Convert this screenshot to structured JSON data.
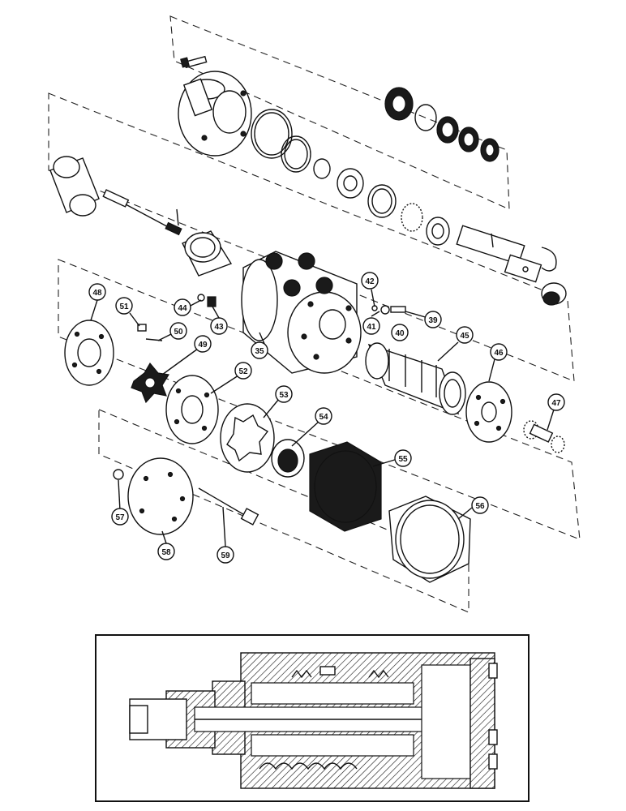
{
  "callouts": [
    {
      "id": "c35",
      "label": "35"
    },
    {
      "id": "c39",
      "label": "39"
    },
    {
      "id": "c40",
      "label": "40"
    },
    {
      "id": "c41",
      "label": "41"
    },
    {
      "id": "c42",
      "label": "42"
    },
    {
      "id": "c43",
      "label": "43"
    },
    {
      "id": "c44",
      "label": "44"
    },
    {
      "id": "c45",
      "label": "45"
    },
    {
      "id": "c46",
      "label": "46"
    },
    {
      "id": "c47",
      "label": "47"
    },
    {
      "id": "c48",
      "label": "48"
    },
    {
      "id": "c49",
      "label": "49"
    },
    {
      "id": "c50",
      "label": "50"
    },
    {
      "id": "c51",
      "label": "51"
    },
    {
      "id": "c52",
      "label": "52"
    },
    {
      "id": "c53",
      "label": "53"
    },
    {
      "id": "c54",
      "label": "54"
    },
    {
      "id": "c55",
      "label": "55"
    },
    {
      "id": "c56",
      "label": "56"
    },
    {
      "id": "c57",
      "label": "57"
    },
    {
      "id": "c58",
      "label": "58"
    },
    {
      "id": "c59",
      "label": "59"
    }
  ]
}
